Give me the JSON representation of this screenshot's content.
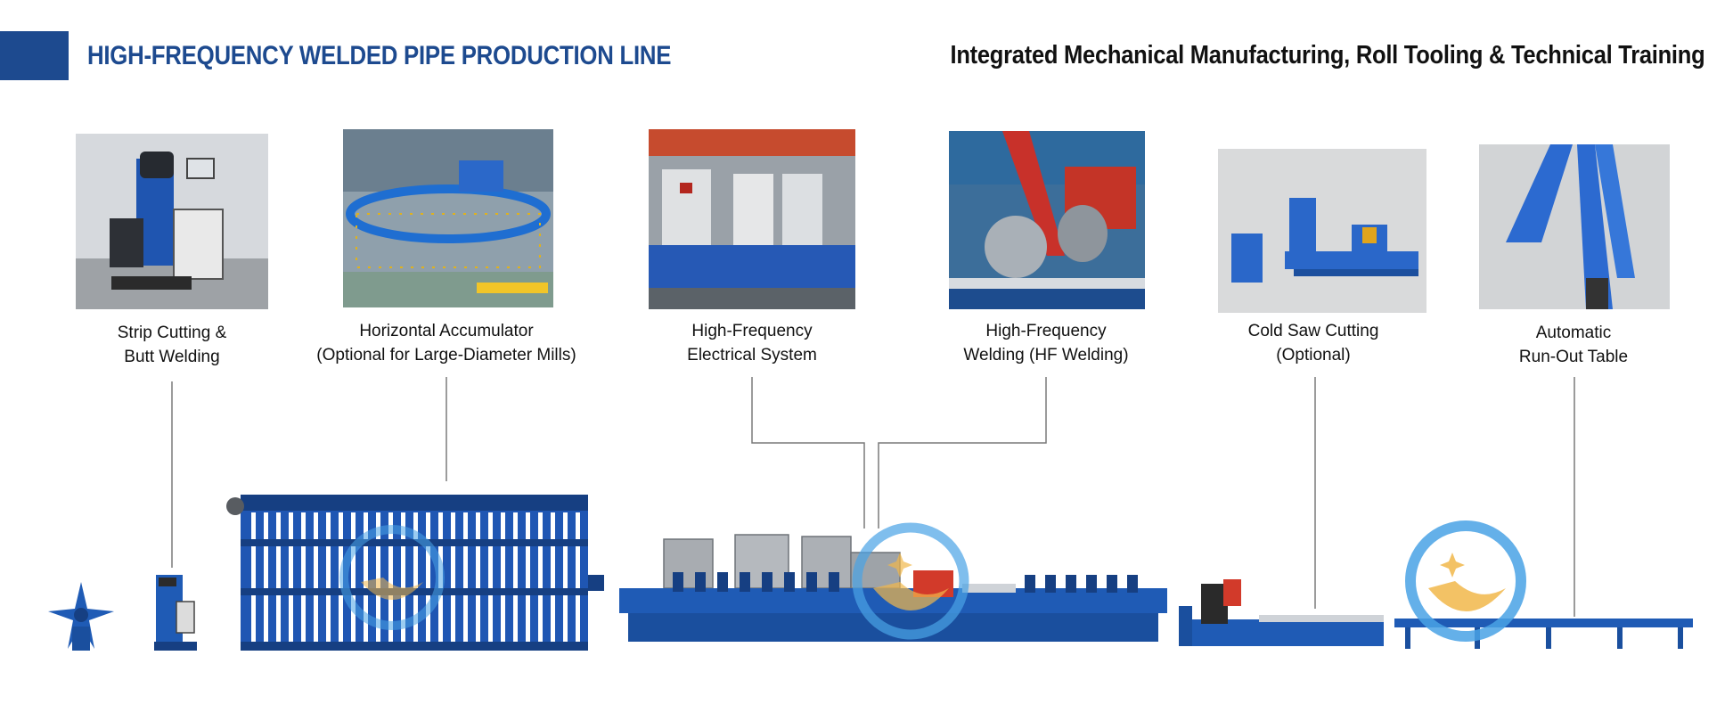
{
  "header": {
    "title": "HIGH-FREQUENCY WELDED PIPE PRODUCTION LINE",
    "subtitle": "Integrated Mechanical Manufacturing, Roll Tooling & Technical Training",
    "accent_color": "#1d4a8f"
  },
  "stations": [
    {
      "id": "strip-cutting",
      "label_line1": "Strip Cutting &",
      "label_line2": "Butt Welding",
      "icon": "strip-cutting-butt-welding-photo"
    },
    {
      "id": "accumulator",
      "label_line1": "Horizontal Accumulator",
      "label_line2": "(Optional for Large-Diameter Mills)",
      "icon": "horizontal-accumulator-photo"
    },
    {
      "id": "hf-electrical",
      "label_line1": "High-Frequency",
      "label_line2": "Electrical System",
      "icon": "hf-electrical-system-photo"
    },
    {
      "id": "hf-welding",
      "label_line1": "High-Frequency",
      "label_line2": "Welding (HF Welding)",
      "icon": "hf-welding-photo"
    },
    {
      "id": "cold-saw",
      "label_line1": "Cold Saw Cutting",
      "label_line2": "(Optional)",
      "icon": "cold-saw-cutting-photo"
    },
    {
      "id": "runout",
      "label_line1": "Automatic",
      "label_line2": "Run-Out Table",
      "icon": "run-out-table-photo"
    }
  ],
  "colors": {
    "machine_blue": "#1f5bb5",
    "machine_dark": "#163f82",
    "cabinet_gray": "#a7acb2",
    "leader_line": "#7a7a7a",
    "logo_blue": "#4aa3e6",
    "logo_gold": "#f2b84b"
  }
}
